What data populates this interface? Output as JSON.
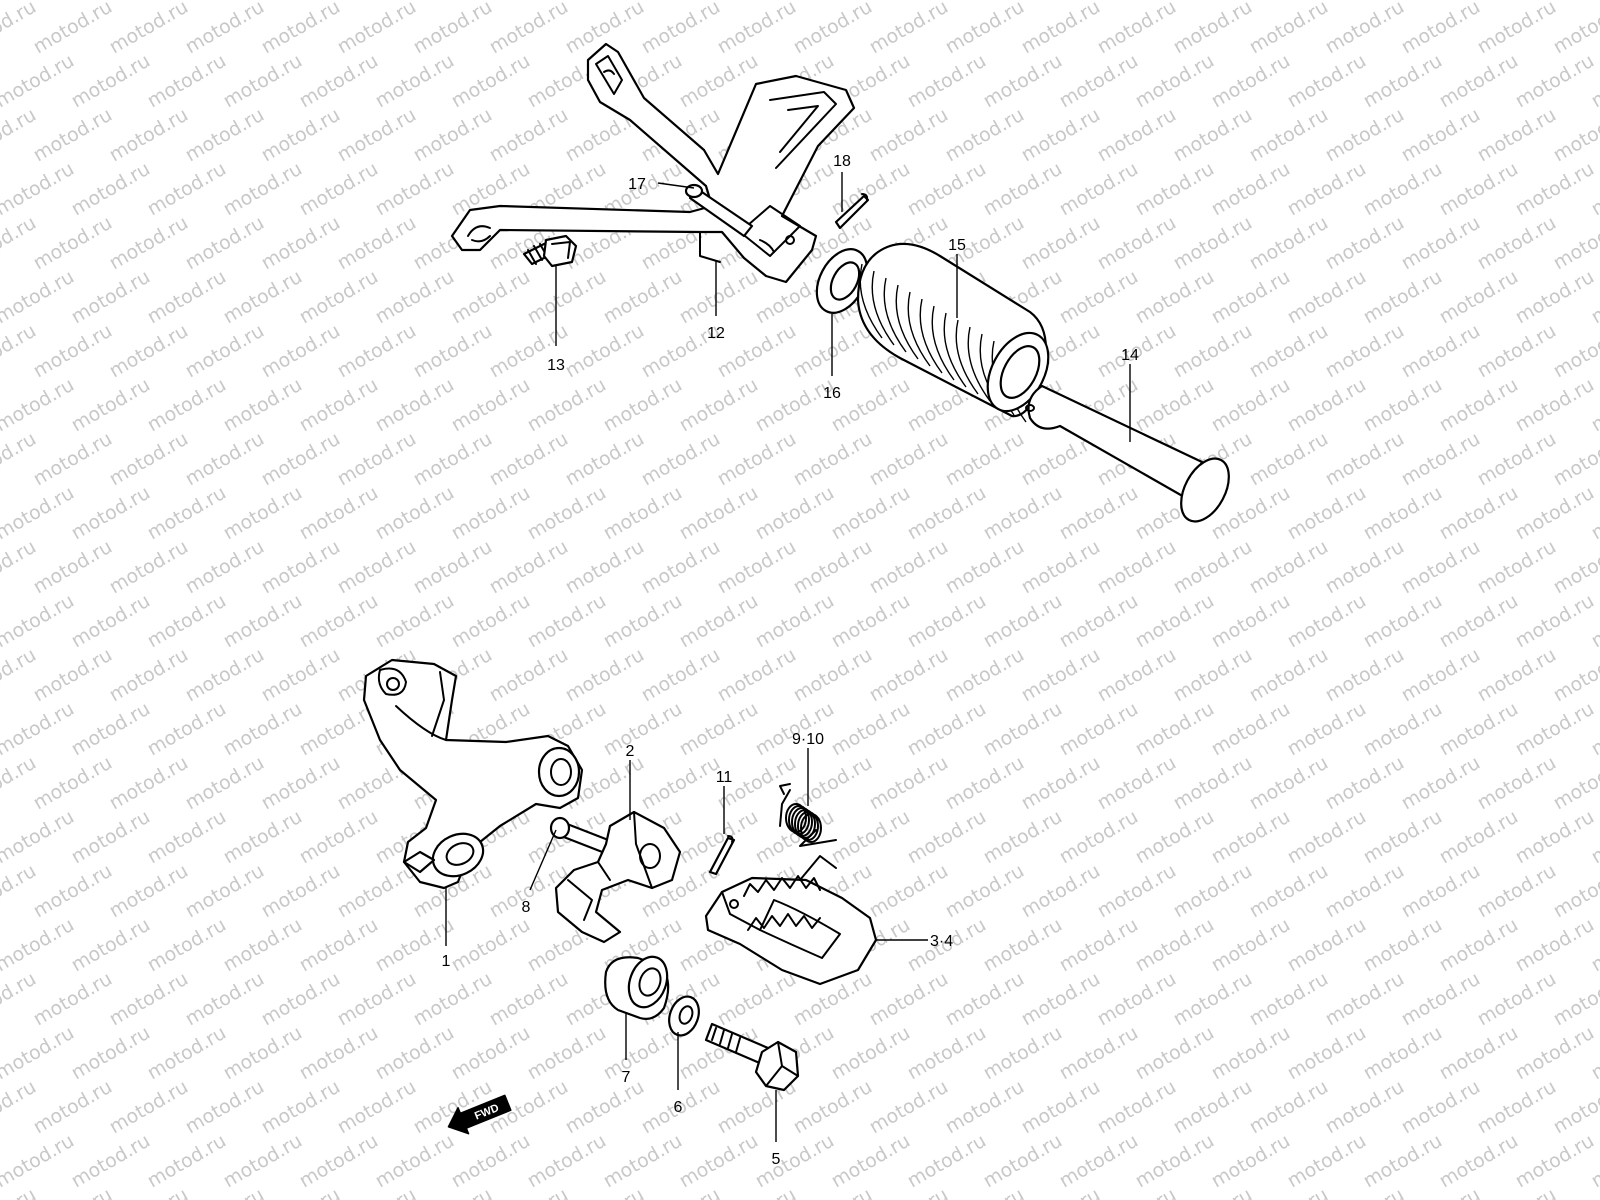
{
  "watermark": {
    "text": "motod.ru"
  },
  "callouts": [
    {
      "id": "c1",
      "label": "1"
    },
    {
      "id": "c2",
      "label": "2"
    },
    {
      "id": "c3",
      "label": "3·4"
    },
    {
      "id": "c5",
      "label": "5"
    },
    {
      "id": "c6",
      "label": "6"
    },
    {
      "id": "c7",
      "label": "7"
    },
    {
      "id": "c8",
      "label": "8"
    },
    {
      "id": "c9",
      "label": "9·10"
    },
    {
      "id": "c11",
      "label": "11"
    },
    {
      "id": "c12",
      "label": "12"
    },
    {
      "id": "c13",
      "label": "13"
    },
    {
      "id": "c14",
      "label": "14"
    },
    {
      "id": "c15",
      "label": "15"
    },
    {
      "id": "c16",
      "label": "16"
    },
    {
      "id": "c17",
      "label": "17"
    },
    {
      "id": "c18",
      "label": "18"
    }
  ],
  "fwd": {
    "label": "FWD"
  }
}
